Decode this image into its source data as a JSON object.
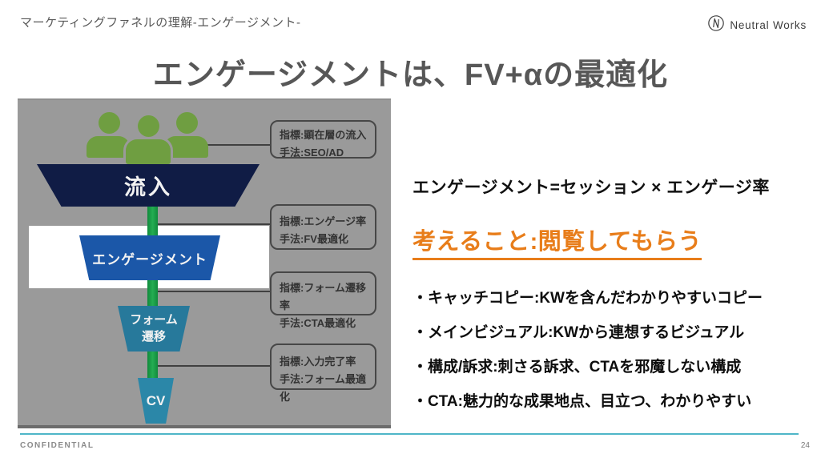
{
  "header": {
    "breadcrumb": "マーケティングファネルの理解-エンゲージメント-",
    "logo_text": "Neutral Works"
  },
  "title": "エンゲージメントは、FV+αの最適化",
  "funnel": {
    "stages": [
      {
        "label": "流入",
        "color": "#101c45"
      },
      {
        "label": "エンゲージメント",
        "color": "#1b57a8",
        "highlighted": true
      },
      {
        "label": "フォーム遷移",
        "color": "#27799b"
      },
      {
        "label": "CV",
        "color": "#2b87a8"
      }
    ],
    "annotations": [
      {
        "metric": "指標:顕在層の流入",
        "method": "手法:SEO/AD"
      },
      {
        "metric": "指標:エンゲージ率",
        "method": "手法:FV最適化"
      },
      {
        "metric": "指標:フォーム遷移率",
        "method": "手法:CTA最適化"
      },
      {
        "metric": "指標:入力完了率",
        "method": "手法:フォーム最適化"
      }
    ]
  },
  "content": {
    "formula": "エンゲージメント=セッション × エンゲージ率",
    "key_point": "考えること:閲覧してもらう",
    "bullets": [
      "・キャッチコピー:KWを含んだわかりやすいコピー",
      "・メインビジュアル:KWから連想するビジュアル",
      "・構成/訴求:刺さる訴求、CTAを邪魔しない構成",
      "・CTA:魅力的な成果地点、目立つ、わかりやすい"
    ]
  },
  "footer": {
    "confidential": "CONFIDENTIAL",
    "page_number": "24"
  },
  "colors": {
    "panel_bg": "#9a9a9a",
    "stage_inflow": "#101c45",
    "stage_engage": "#1b57a8",
    "stage_form": "#27799b",
    "stage_cv": "#2b87a8",
    "connector_green": "#1ca14b",
    "people_green": "#6f9e41",
    "accent_orange": "#e87d1a",
    "footer_line": "#4fb6c8"
  }
}
